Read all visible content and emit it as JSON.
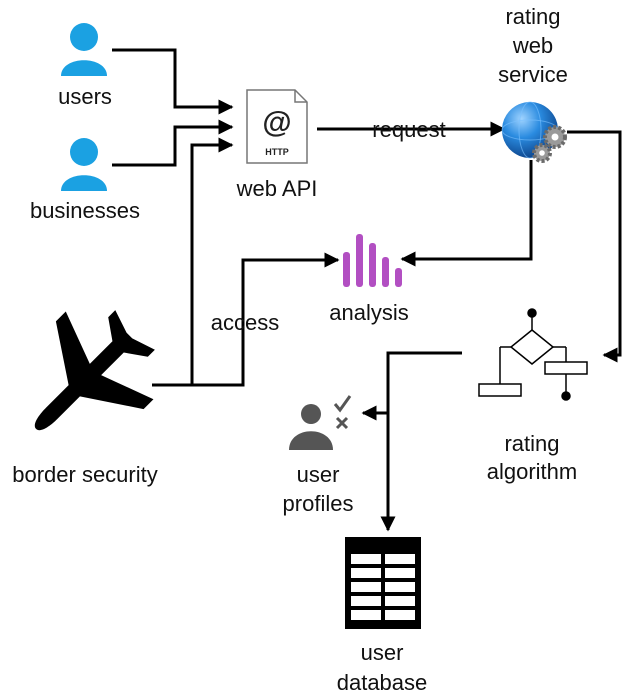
{
  "nodes": {
    "users": "users",
    "businesses": "businesses",
    "web_api": "web API",
    "http_badge": "HTTP",
    "rating_service": [
      "rating",
      "web",
      "service"
    ],
    "analysis": "analysis",
    "border_security": "border security",
    "rating_algorithm": [
      "rating",
      "algorithm"
    ],
    "user_profiles": [
      "user",
      "profiles"
    ],
    "user_database": [
      "user",
      "database"
    ]
  },
  "edges": {
    "request": "request",
    "access": "access"
  },
  "colors": {
    "person_icon": "#1ba1e2",
    "analysis_icon": "#b24fc2",
    "globe": "#1c7fd6",
    "lines": "#000000"
  },
  "icons": {
    "users": "person-icon",
    "businesses": "person-icon",
    "web_api": "http-document-icon",
    "rating_service": "globe-gears-icon",
    "analysis": "bar-chart-icon",
    "border_security": "airplane-icon",
    "rating_algorithm": "flowchart-icon",
    "user_profiles": "user-check-icon",
    "user_database": "table-icon"
  }
}
